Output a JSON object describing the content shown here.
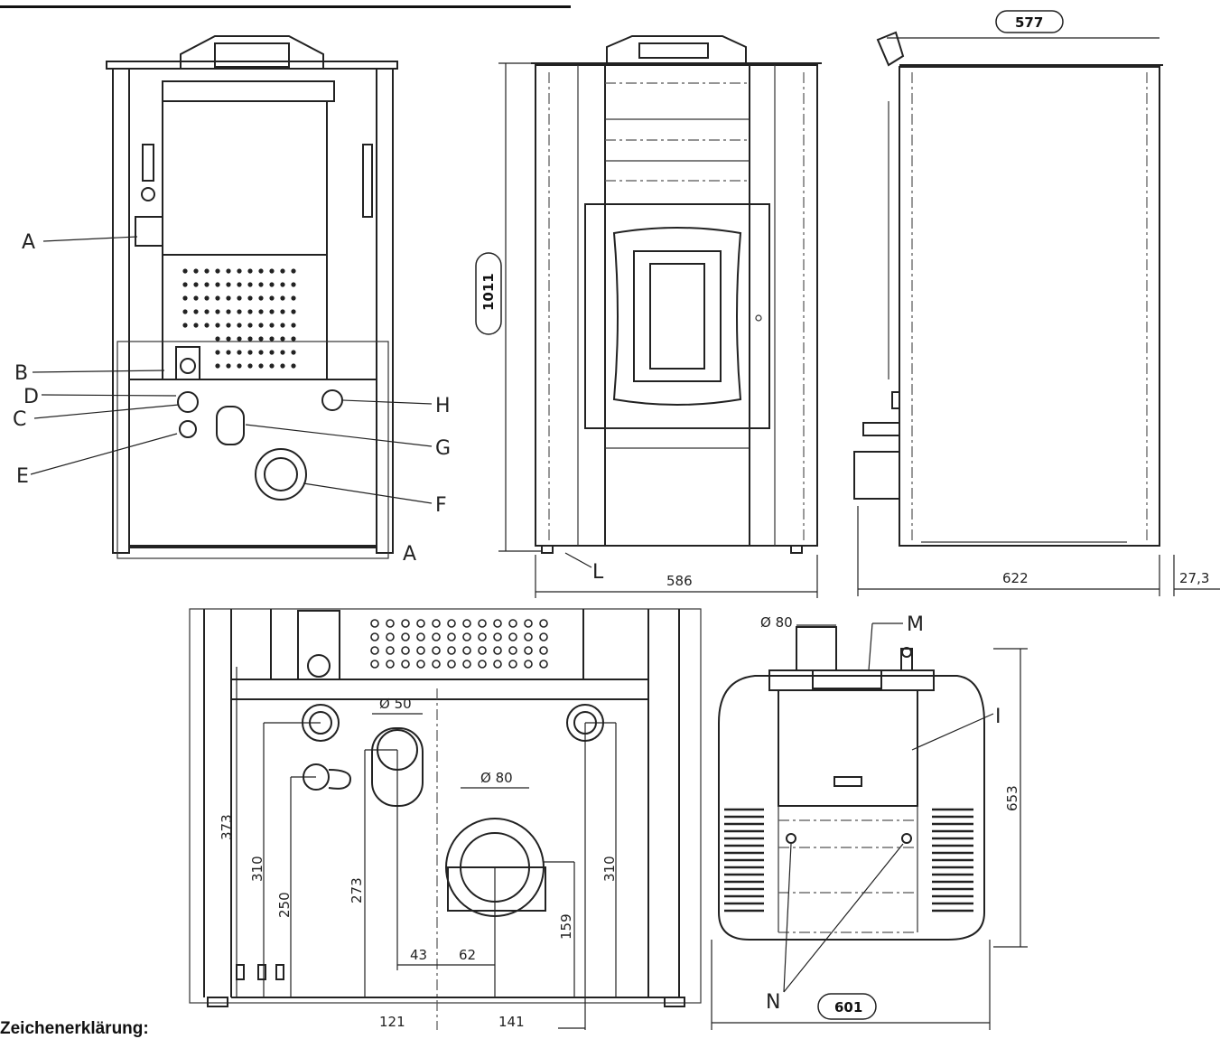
{
  "legend_title": "Zeichenerklärung:",
  "labels": {
    "a_left": "A",
    "a_bottom": "A",
    "b": "B",
    "c": "C",
    "d": "D",
    "e": "E",
    "f": "F",
    "g": "G",
    "h": "H",
    "i": "I",
    "l": "L",
    "m": "M",
    "n": "N"
  },
  "dimensions": {
    "width_top_side": "577",
    "height_front": "1011",
    "width_front": "586",
    "depth_side": "622",
    "side_offset": "27,3",
    "diam_top": "Ø 80",
    "depth_top": "653",
    "width_top": "601",
    "diam_50": "Ø 50",
    "diam_80": "Ø 80",
    "h_373": "373",
    "h_310_left": "310",
    "h_250": "250",
    "h_273": "273",
    "h_310_right": "310",
    "h_159": "159",
    "w_43": "43",
    "w_62": "62",
    "w_121": "121",
    "w_141": "141"
  }
}
